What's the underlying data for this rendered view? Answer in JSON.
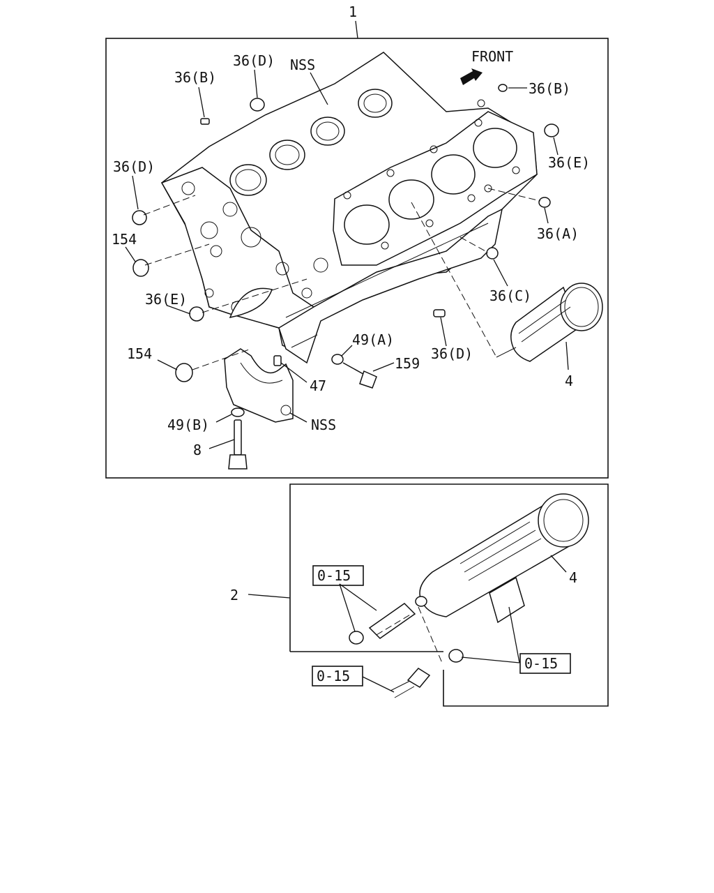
{
  "front_label": "FRONT",
  "callouts": {
    "main_assembly": "1",
    "sub_assembly": "2",
    "nss_top": "NSS",
    "nss_bottom": "NSS",
    "p36b_top": "36(B)",
    "p36d_top": "36(D)",
    "p36b_right": "36(B)",
    "p36d_left": "36(D)",
    "p36e_right": "36(E)",
    "p36a": "36(A)",
    "p154_top": "154",
    "p36c": "36(C)",
    "p36e_left": "36(E)",
    "p36d_bottom": "36(D)",
    "p49a": "49(A)",
    "p154_bottom": "154",
    "p159": "159",
    "p4_top": "4",
    "p47": "47",
    "p49b": "49(B)",
    "p8": "8",
    "p4_bottom": "4",
    "kit_a": "0-15",
    "kit_b": "0-15",
    "kit_c": "0-15"
  }
}
